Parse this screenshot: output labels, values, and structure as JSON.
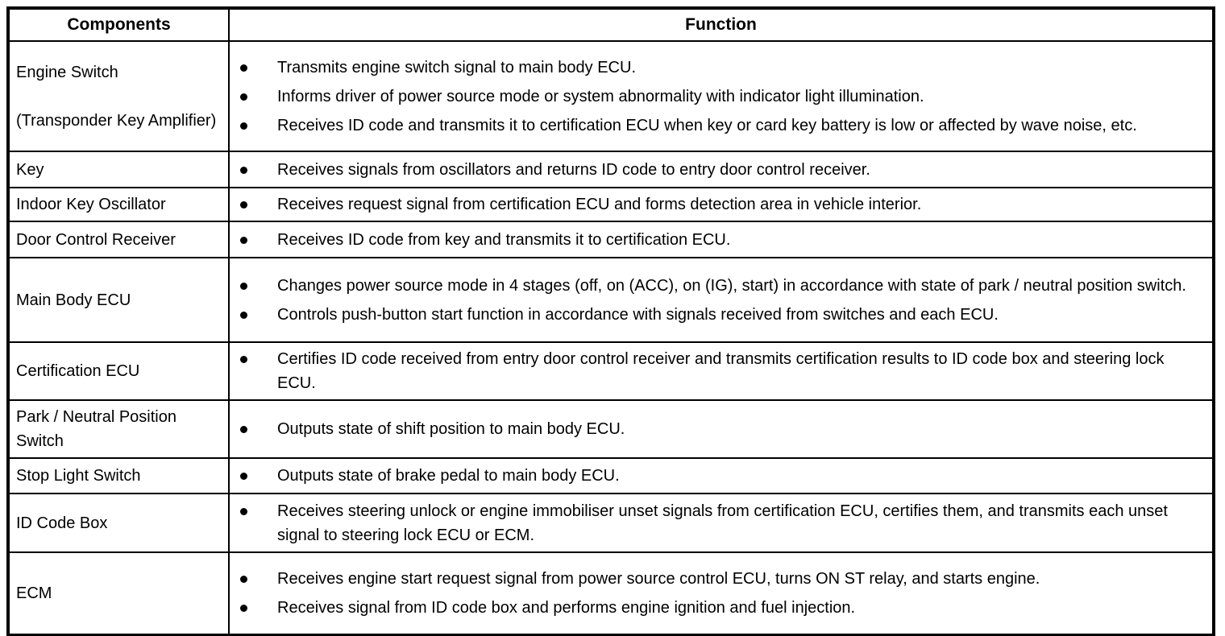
{
  "colors": {
    "border": "#000000",
    "background": "#ffffff",
    "text": "#000000"
  },
  "icons": {
    "bullet": "filled-circle"
  },
  "table": {
    "header": {
      "components": "Components",
      "function": "Function"
    },
    "rows": [
      {
        "component": "Engine Switch\n\n(Transponder Key Amplifier)",
        "functions": [
          "Transmits engine switch signal to main body ECU.",
          "Informs driver of power source mode or system abnormality with indicator light illumination.",
          "Receives ID code and transmits it to certification ECU when key or card key battery is low or affected by wave noise, etc."
        ]
      },
      {
        "component": "Key",
        "functions": [
          "Receives signals from oscillators and returns ID code to entry door control receiver."
        ]
      },
      {
        "component": "Indoor Key Oscillator",
        "functions": [
          "Receives request signal from certification ECU and forms detection area in vehicle interior."
        ]
      },
      {
        "component": "Door Control Receiver",
        "functions": [
          "Receives ID code from key and transmits it to certification ECU."
        ]
      },
      {
        "component": "Main Body ECU",
        "functions": [
          "Changes power source mode in 4 stages (off, on (ACC), on (IG), start) in accordance with state of park / neutral position switch.",
          "Controls push-button start function in accordance with signals received from switches and each ECU."
        ]
      },
      {
        "component": "Certification ECU",
        "functions": [
          "Certifies ID code received from entry door control receiver and transmits certification results to ID code box and steering lock ECU."
        ]
      },
      {
        "component": "Park / Neutral Position Switch",
        "functions": [
          "Outputs state of shift position to main body ECU."
        ]
      },
      {
        "component": "Stop Light Switch",
        "functions": [
          "Outputs state of brake pedal to main body ECU."
        ]
      },
      {
        "component": "ID Code Box",
        "functions": [
          "Receives steering unlock or engine immobiliser unset signals from certification ECU, certifies them, and transmits each unset signal to steering lock ECU or ECM."
        ]
      },
      {
        "component": "ECM",
        "functions": [
          "Receives engine start request signal from power source control ECU, turns ON ST relay, and starts engine.",
          "Receives signal from ID code box and performs engine ignition and fuel injection."
        ]
      }
    ]
  }
}
